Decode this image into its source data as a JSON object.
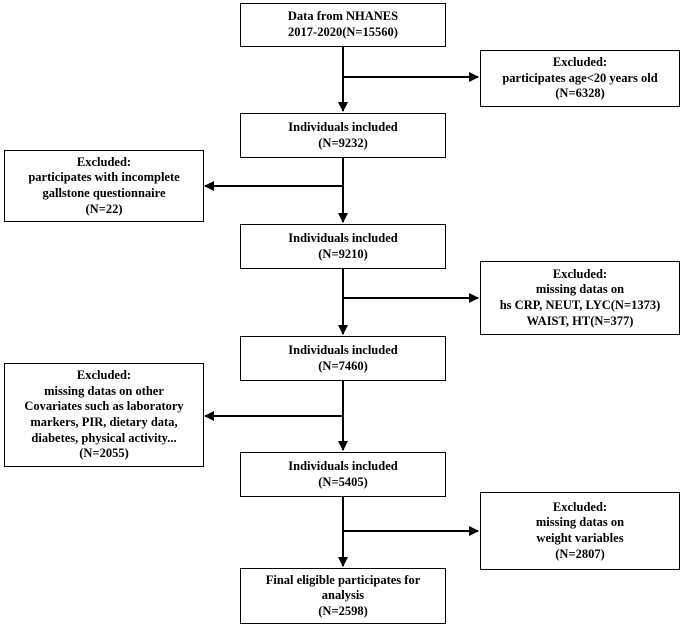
{
  "flow": {
    "source": {
      "line1": "Data from NHANES",
      "line2": "2017-2020(N=15560)"
    },
    "excl1": {
      "line1": "Excluded:",
      "line2": "participates age<20 years old",
      "line3": "(N=6328)"
    },
    "incl1": {
      "line1": "Individuals included",
      "line2": "(N=9232)"
    },
    "excl2": {
      "line1": "Excluded:",
      "line2": "participates with incomplete",
      "line3": "gallstone questionnaire",
      "line4": "(N=22)"
    },
    "incl2": {
      "line1": "Individuals included",
      "line2": "(N=9210)"
    },
    "excl3": {
      "line1": "Excluded:",
      "line2": "missing datas on",
      "line3": "hs CRP, NEUT, LYC(N=1373)",
      "line4": "WAIST, HT(N=377)"
    },
    "incl3": {
      "line1": "Individuals included",
      "line2": "(N=7460)"
    },
    "excl4": {
      "line1": "Excluded:",
      "line2": "missing datas on other",
      "line3": "Covariates such as laboratory",
      "line4": "markers, PIR, dietary data,",
      "line5": "diabetes,  physical activity...",
      "line6": "(N=2055)"
    },
    "incl4": {
      "line1": "Individuals included",
      "line2": "(N=5405)"
    },
    "excl5": {
      "line1": "Excluded:",
      "line2": "missing datas on",
      "line3": "weight variables",
      "line4": "(N=2807)"
    },
    "final": {
      "line1": "Final eligible participates for",
      "line2": "analysis",
      "line3": "(N=2598)"
    }
  }
}
